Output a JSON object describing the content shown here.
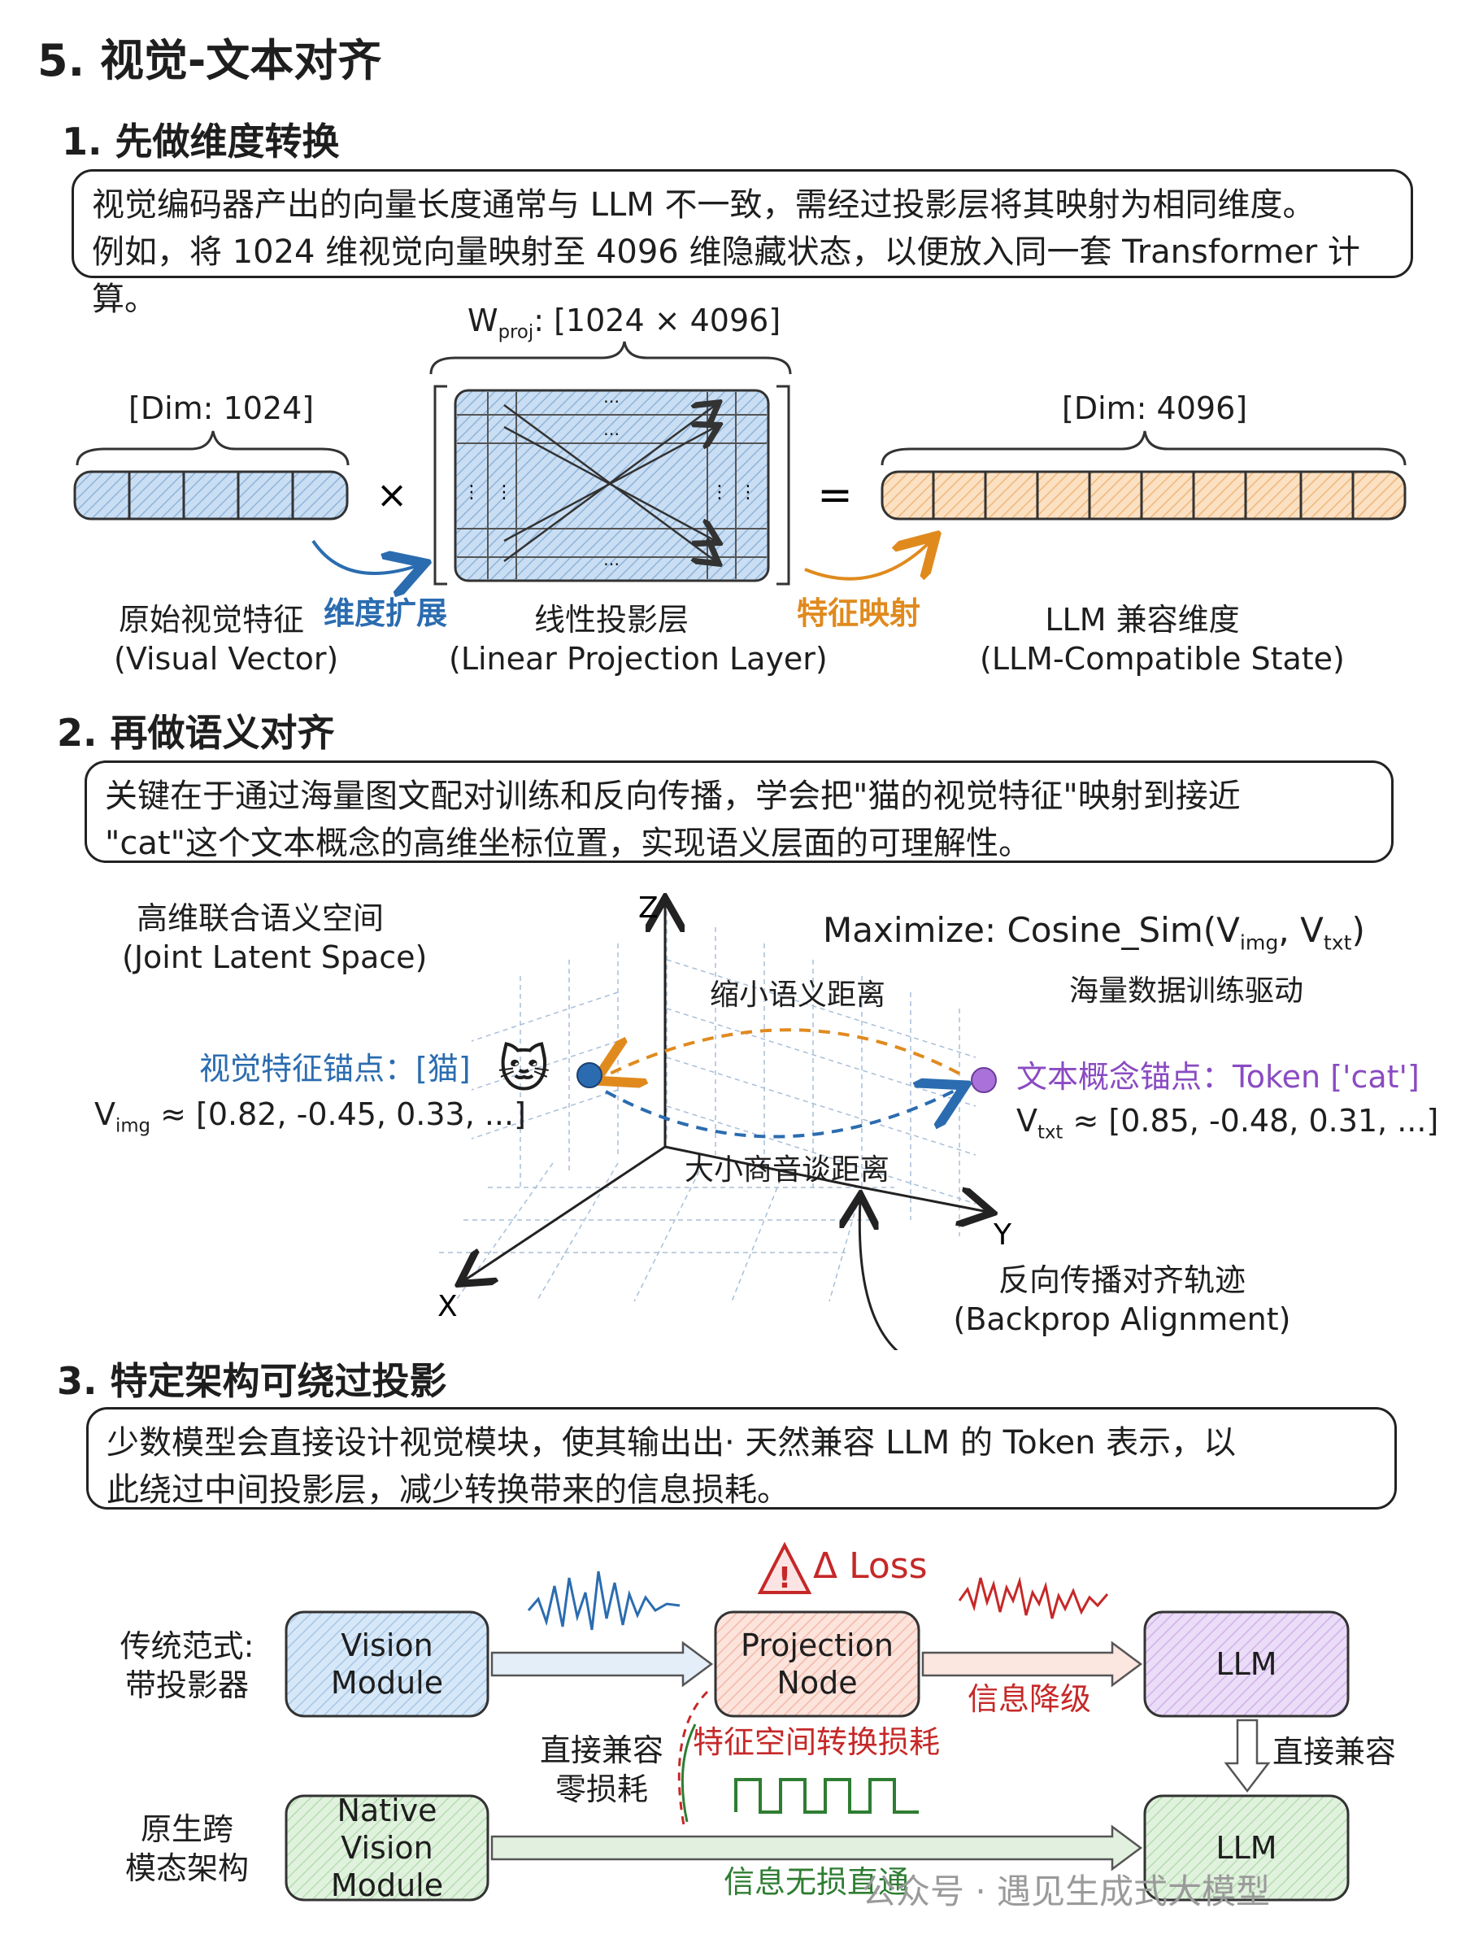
{
  "title": "5. 视觉-文本对齐",
  "section1": {
    "heading": "1. 先做维度转换",
    "desc_line1": "视觉编码器产出的向量长度通常与 LLM 不一致，需经过投影层将其映射为相同维度。",
    "desc_line2": "例如，将 1024 维视觉向量映射至 4096 维隐藏状态，以便放入同一套 Transformer 计算。",
    "wproj_main": "W",
    "wproj_sub": "proj",
    "wproj_rest": ": [1024 × 4096]",
    "dim_in": "[Dim: 1024]",
    "dim_out": "[Dim: 4096]",
    "times": "×",
    "equals": "=",
    "input_label_zh": "原始视觉特征",
    "input_label_en": "(Visual Vector)",
    "arrow_in_label": "维度扩展",
    "proj_label_zh": "线性投影层",
    "proj_label_en": "(Linear Projection Layer)",
    "arrow_out_label": "特征映射",
    "output_label_zh": "LLM 兼容维度",
    "output_label_en": "(LLM-Compatible State)",
    "dots": "⋯",
    "vdots": "⋮"
  },
  "section2": {
    "heading": "2. 再做语义对齐",
    "desc_line1": "关键在于通过海量图文配对训练和反向传播，学会把\"猫的视觉特征\"映射到接近",
    "desc_line2": "\"cat\"这个文本概念的高维坐标位置，实现语义层面的可理解性。",
    "space_label_zh": "高维联合语义空间",
    "space_label_en": "(Joint Latent Space)",
    "maximize_prefix": "Maximize: Cosine_Sim(V",
    "maximize_sub1": "img",
    "maximize_mid": ", V",
    "maximize_sub2": "txt",
    "maximize_suffix": ")",
    "maximize_note": "海量数据训练驱动",
    "shrink_label": "缩小语义距离",
    "visual_anchor": "视觉特征锚点：[猫]",
    "v_img_main": "V",
    "v_img_sub": "img",
    "v_img_value": " ≈ [0.82, -0.45, 0.33, ...]",
    "text_anchor": "文本概念锚点：Token ['cat']",
    "v_txt_main": "V",
    "v_txt_sub": "txt",
    "v_txt_value": " ≈ [0.85, -0.48, 0.31, ...]",
    "distance_label": "大小商音谈距离",
    "axis_z": "Z",
    "axis_y": "Y",
    "axis_x": "X",
    "backprop_zh": "反向传播对齐轨迹",
    "backprop_en": "(Backprop Alignment)",
    "cat_icon": "🐱"
  },
  "section3": {
    "heading": "3. 特定架构可绕过投影",
    "desc_line1": "少数模型会直接设计视觉模块，使其输出出· 天然兼容 LLM 的 Token 表示，以",
    "desc_line2": "此绕过中间投影层，减少转换带来的信息损耗。",
    "traditional_label_1": "传统范式:",
    "traditional_label_2": "带投影器",
    "native_label_1": "原生跨",
    "native_label_2": "模态架构",
    "vision_module_1": "Vision",
    "vision_module_2": "Module",
    "projection_node_1": "Projection",
    "projection_node_2": "Node",
    "llm_top": "LLM",
    "llm_bottom": "LLM",
    "native_module_1": "Native",
    "native_module_2": "Vision Module",
    "loss_label": "Δ Loss",
    "warning_mark": "!",
    "degrade_label": "信息降级",
    "feature_loss_label": "特征空间转换损耗",
    "direct_zero_1": "直接兼容",
    "direct_zero_2": "零损耗",
    "direct_compat": "直接兼容",
    "lossless_label": "信息无损直通"
  },
  "watermark": "公众号 · 遇见生成式大模型",
  "colors": {
    "blue": "#2b6cb0",
    "orange": "#e08a1e",
    "purple": "#8a4bc2",
    "red": "#c62828",
    "green": "#2e7d32",
    "vision_fill": "#cfe3f5",
    "proj_fill": "#fbdcd3",
    "llm_fill": "#e4d4f3",
    "native_fill": "#d8efd5"
  }
}
